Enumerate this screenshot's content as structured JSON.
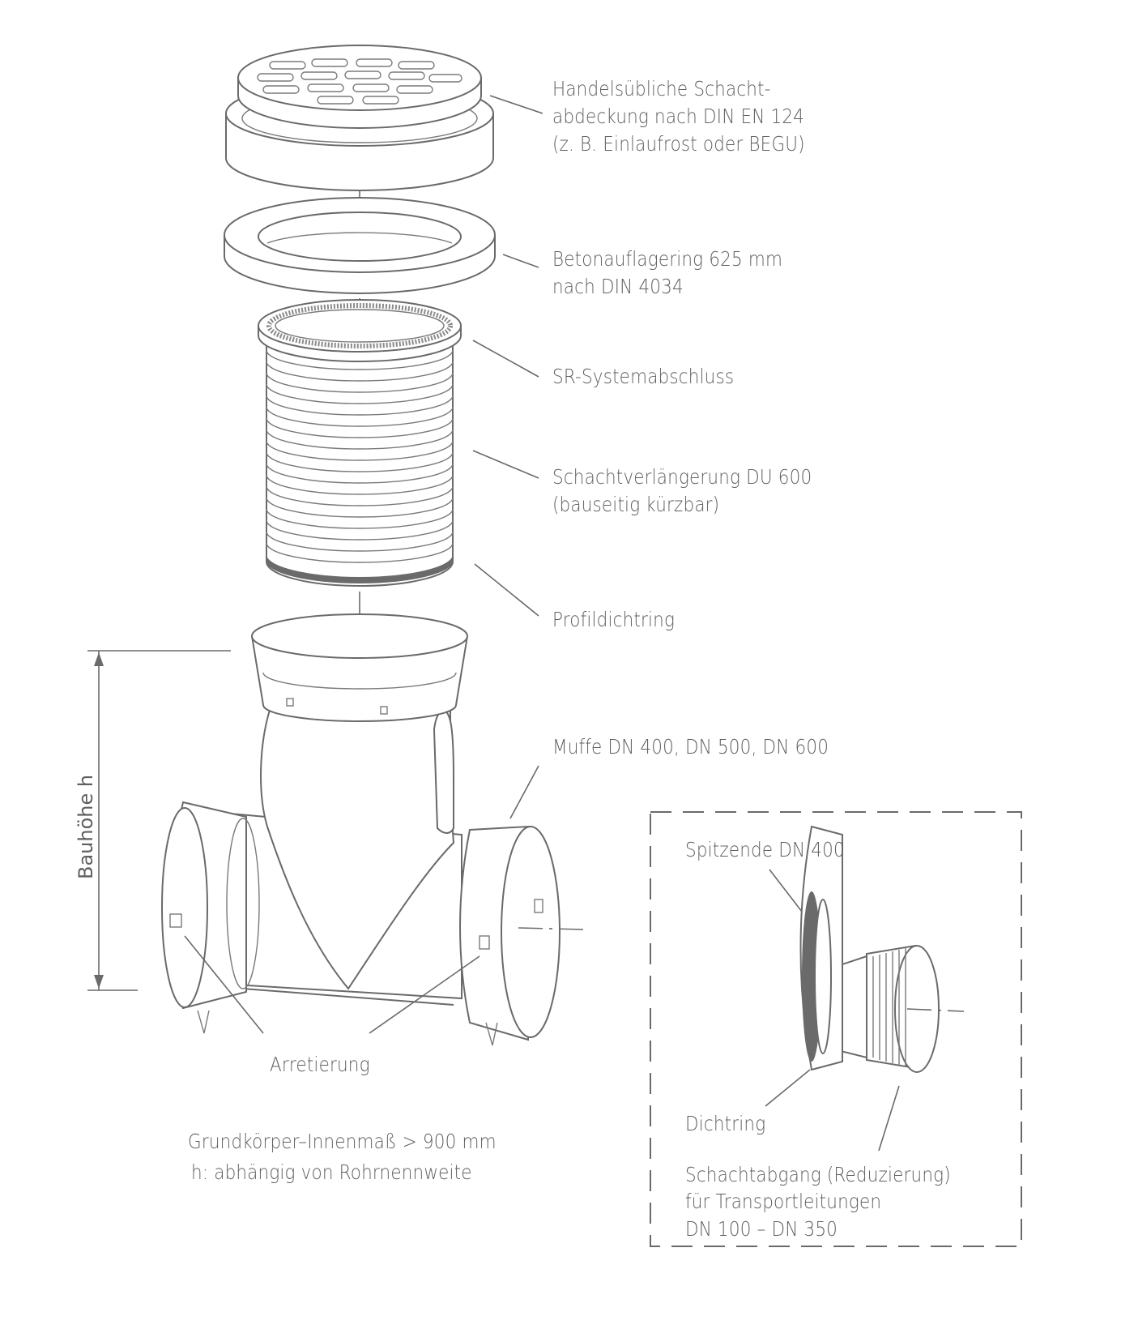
{
  "labels": {
    "cover": [
      "Handelsübliche Schacht-",
      "abdeckung nach DIN EN 124",
      "(z. B. Einlaufrost oder BEGU)"
    ],
    "ring": [
      "Betonauflagering 625 mm",
      "nach DIN 4034"
    ],
    "sr": [
      "SR-Systemabschluss"
    ],
    "extension": [
      "Schachtverlängerung DU 600",
      "(bauseitig kürzbar)"
    ],
    "seal": [
      "Profildichtring"
    ],
    "socket": [
      "Muffe DN 400, DN 500, DN 600"
    ],
    "height": "Bauhöhe h",
    "lock": "Arretierung",
    "base": [
      "Grundkörper–Innenmaß  > 900 mm",
      "h: abhängig von Rohrnennweite"
    ],
    "spigot": "Spitzende DN 400",
    "gasket": "Dichtring",
    "outlet": [
      "Schachtabgang (Reduzierung)",
      "für Transportleitungen",
      "DN 100 – DN 350"
    ]
  }
}
